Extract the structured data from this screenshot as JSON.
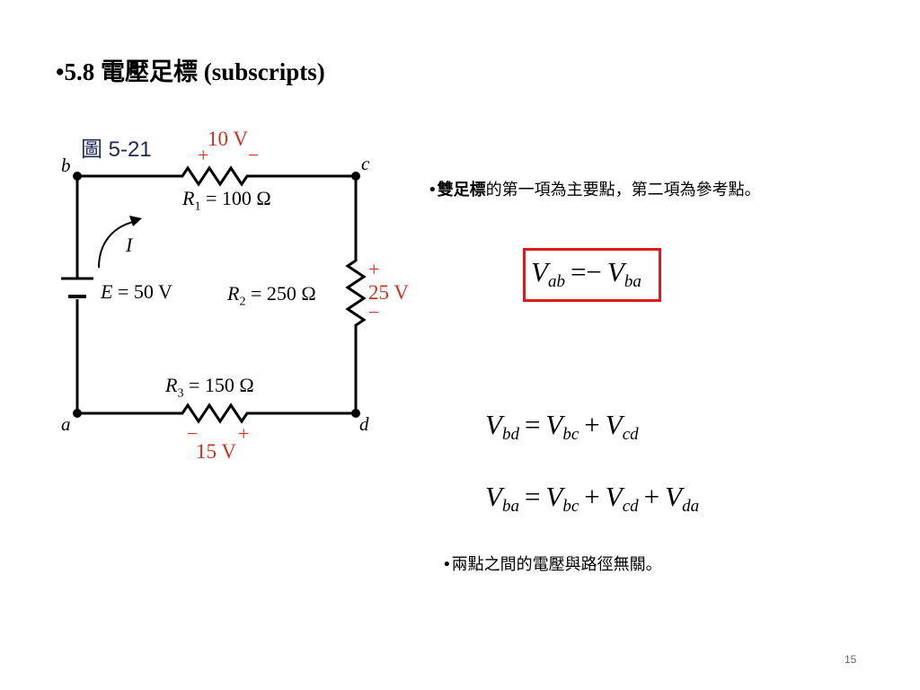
{
  "slide": {
    "title": "•5.8 電壓足標 (subscripts)",
    "page_number": "15"
  },
  "figure": {
    "label": "圖 5-21",
    "nodes": {
      "b": "b",
      "c": "c",
      "a": "a",
      "d": "d"
    },
    "r1": {
      "name": "R",
      "sub": "1",
      "value": " = 100 Ω",
      "voltage": "10 V",
      "plus": "+",
      "minus": "−"
    },
    "r2": {
      "name": "R",
      "sub": "2",
      "value": " = 250 Ω",
      "voltage": "25 V",
      "plus": "+",
      "minus": "−"
    },
    "r3": {
      "name": "R",
      "sub": "3",
      "value": " = 150 Ω",
      "voltage": "15 V",
      "plus": "+",
      "minus": "−"
    },
    "source": {
      "name": "E",
      "value": " = 50 V"
    },
    "current": "I",
    "colors": {
      "wire": "#000000",
      "voltage_label": "#d2301f",
      "figure_label": "#1e2a5a"
    }
  },
  "bullets": {
    "double_subscript_bold": "雙足標",
    "double_subscript_rest": "的第一項為主要點，第二項為參考點。",
    "path_independence": "•兩點之間的電壓與路徑無關。"
  },
  "equations": {
    "eq1": {
      "lhs": "V",
      "lhs_sub": "ab",
      "op": "=−",
      "rhs": "V",
      "rhs_sub": "ba"
    },
    "eq2": {
      "lhs": "V",
      "lhs_sub": "bd",
      "op": "=",
      "t1": "V",
      "t1_sub": "bc",
      "plus": "+",
      "t2": "V",
      "t2_sub": "cd"
    },
    "eq3": {
      "lhs": "V",
      "lhs_sub": "ba",
      "op": "=",
      "t1": "V",
      "t1_sub": "bc",
      "plus1": "+",
      "t2": "V",
      "t2_sub": "cd",
      "plus2": "+",
      "t3": "V",
      "t3_sub": "da"
    },
    "box_color": "#e0191b"
  }
}
